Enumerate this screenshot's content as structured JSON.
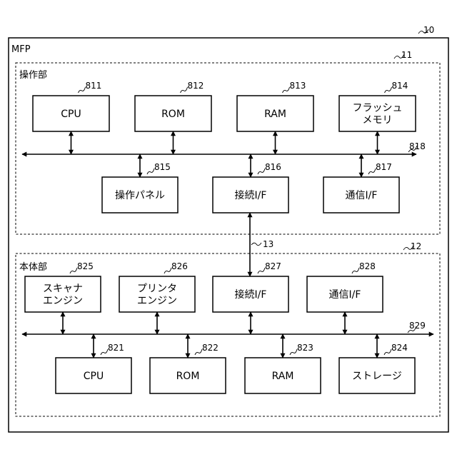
{
  "mfp": {
    "ref": "10",
    "label": "MFP"
  },
  "operation_unit": {
    "ref": "11",
    "label": "操作部",
    "bus_ref": "818",
    "top": [
      {
        "ref": "811",
        "lines": [
          "CPU"
        ]
      },
      {
        "ref": "812",
        "lines": [
          "ROM"
        ]
      },
      {
        "ref": "813",
        "lines": [
          "RAM"
        ]
      },
      {
        "ref": "814",
        "lines": [
          "フラッシュ",
          "メモリ"
        ]
      }
    ],
    "bottom": [
      {
        "ref": "815",
        "lines": [
          "操作パネル"
        ]
      },
      {
        "ref": "816",
        "lines": [
          "接続I/F"
        ]
      },
      {
        "ref": "817",
        "lines": [
          "通信I/F"
        ]
      }
    ]
  },
  "link_ref": "13",
  "main_unit": {
    "ref": "12",
    "label": "本体部",
    "bus_ref": "829",
    "top": [
      {
        "ref": "825",
        "lines": [
          "スキャナ",
          "エンジン"
        ]
      },
      {
        "ref": "826",
        "lines": [
          "プリンタ",
          "エンジン"
        ]
      },
      {
        "ref": "827",
        "lines": [
          "接続I/F"
        ]
      },
      {
        "ref": "828",
        "lines": [
          "通信I/F"
        ]
      }
    ],
    "bottom": [
      {
        "ref": "821",
        "lines": [
          "CPU"
        ]
      },
      {
        "ref": "822",
        "lines": [
          "ROM"
        ]
      },
      {
        "ref": "823",
        "lines": [
          "RAM"
        ]
      },
      {
        "ref": "824",
        "lines": [
          "ストレージ"
        ]
      }
    ]
  }
}
